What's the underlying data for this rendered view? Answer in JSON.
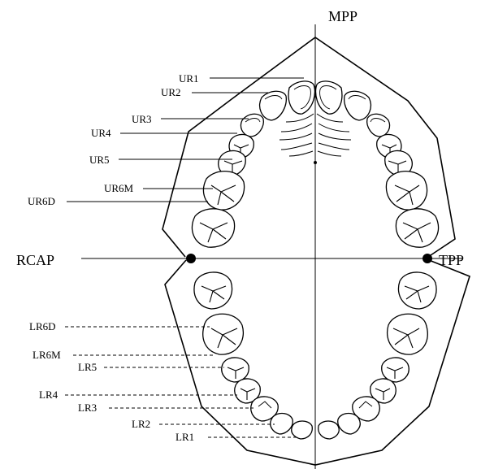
{
  "planes": {
    "mpp": "MPP",
    "rcap": "RCAP",
    "tpp": "TPP"
  },
  "upper_labels": [
    "UR1",
    "UR2",
    "UR3",
    "UR4",
    "UR5",
    "UR6M",
    "UR6D"
  ],
  "lower_labels": [
    "LR6D",
    "LR6M",
    "LR5",
    "LR4",
    "LR3",
    "LR2",
    "LR1"
  ]
}
